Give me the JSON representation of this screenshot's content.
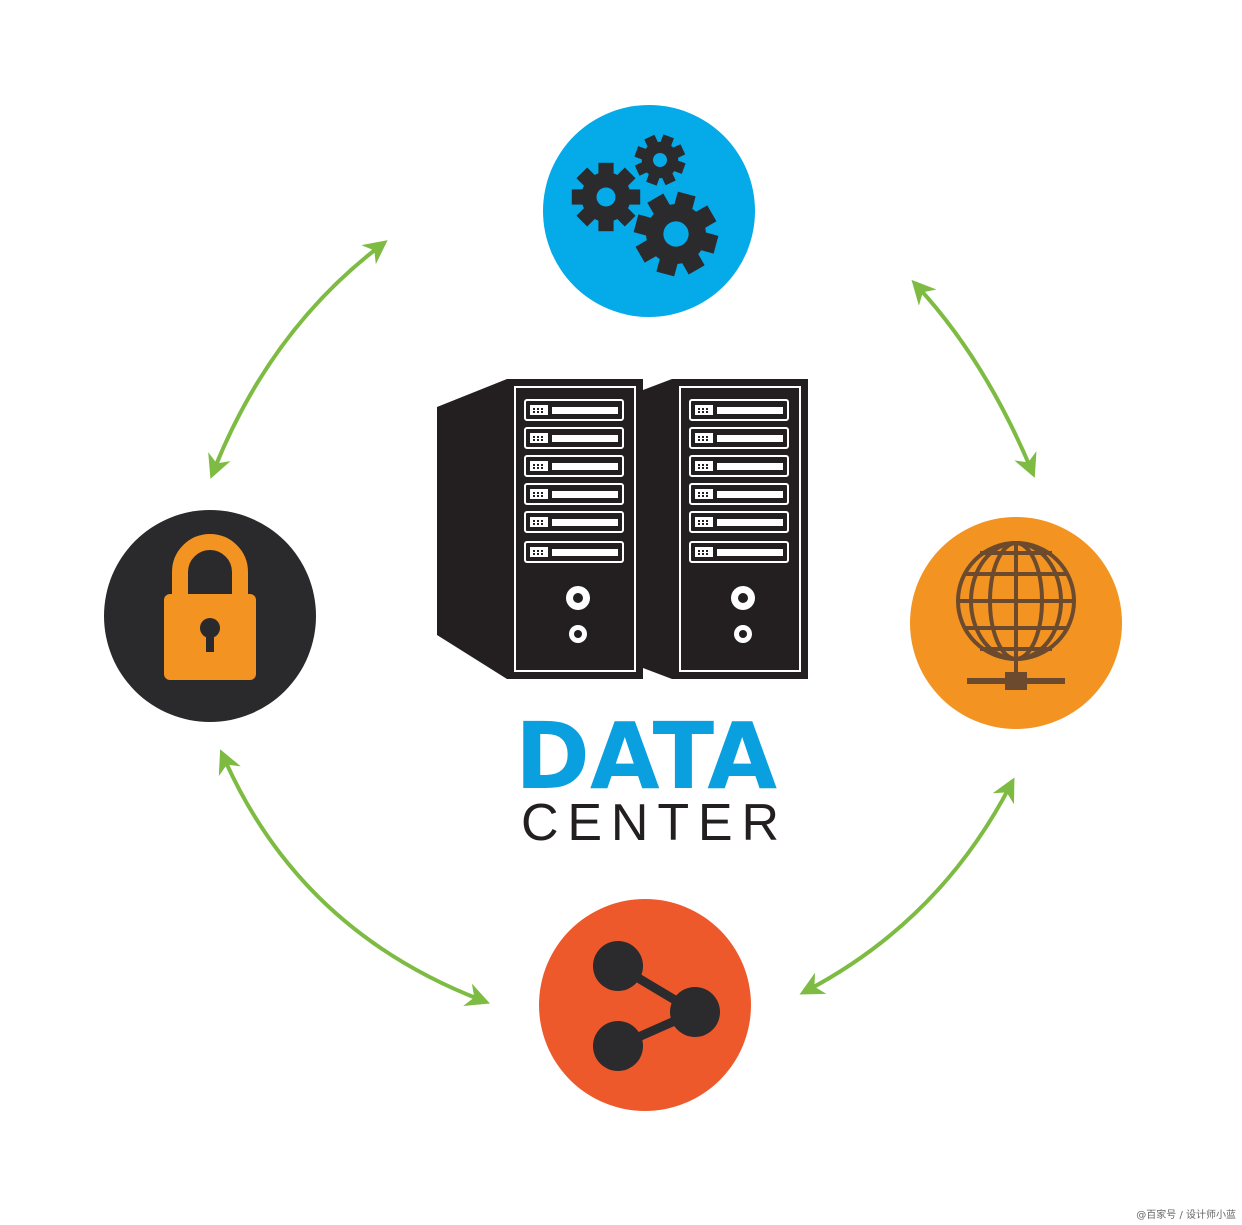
{
  "title": {
    "line1": "DATA",
    "line2": "CENTER"
  },
  "colors": {
    "background": "#ffffff",
    "title_blue": "#0aa0e0",
    "gears_circle": "#05aae9",
    "lock_circle": "#2a292c",
    "globe_circle": "#f39322",
    "share_circle": "#ee592b",
    "arrow_green": "#7dbb42",
    "icon_dark": "#2b2a2d",
    "server_dark": "#231f20",
    "lock_orange": "#f39322"
  },
  "nodes": [
    {
      "name": "gears-node",
      "icon": "gears-icon"
    },
    {
      "name": "network-globe-node",
      "icon": "network-globe-icon"
    },
    {
      "name": "share-node",
      "icon": "share-icon"
    },
    {
      "name": "lock-node",
      "icon": "padlock-icon"
    }
  ],
  "center_icon": "server-racks-icon",
  "connections": [
    {
      "from": "gears-node",
      "to": "network-globe-node",
      "type": "bidirectional"
    },
    {
      "from": "network-globe-node",
      "to": "share-node",
      "type": "bidirectional"
    },
    {
      "from": "share-node",
      "to": "lock-node",
      "type": "bidirectional"
    },
    {
      "from": "lock-node",
      "to": "gears-node",
      "type": "bidirectional"
    }
  ],
  "watermark": "@百家号 / 设计师小蓝"
}
